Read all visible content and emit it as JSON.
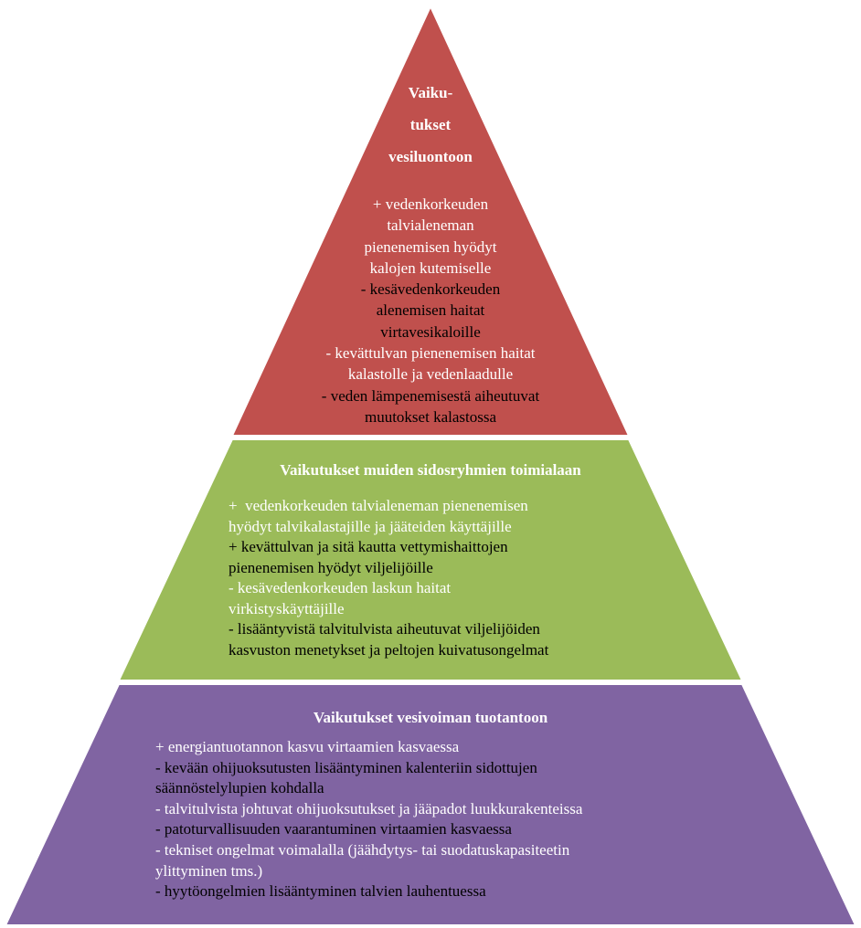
{
  "colors": {
    "top_tier": "#c0504d",
    "middle_tier": "#9bbb59",
    "bottom_tier": "#8064a2",
    "outline": "#ffffff"
  },
  "tiers": [
    {
      "title_lines": [
        "Vaiku-",
        "tukset",
        "vesiluontoon"
      ],
      "lines": [
        {
          "text": "+ vedenkorkeuden",
          "color": "white"
        },
        {
          "text": "talvialeneman",
          "color": "white"
        },
        {
          "text": "pienenemisen hyödyt",
          "color": "white"
        },
        {
          "text": "kalojen kutemiselle",
          "color": "white"
        },
        {
          "text": "- kesävedenkorkeuden",
          "color": "black"
        },
        {
          "text": "alenemisen haitat",
          "color": "black"
        },
        {
          "text": "virtavesikaloille",
          "color": "black"
        },
        {
          "text": "- kevättulvan pienenemisen haitat",
          "color": "white"
        },
        {
          "text": "kalastolle ja vedenlaadulle",
          "color": "white"
        },
        {
          "text": "- veden lämpenemisestä aiheutuvat",
          "color": "black"
        },
        {
          "text": "muutokset kalastossa",
          "color": "black"
        }
      ]
    },
    {
      "title_lines": [
        "Vaikutukset muiden sidosryhmien toimialaan"
      ],
      "lines": [
        {
          "text": "+  vedenkorkeuden talvialeneman pienenemisen",
          "color": "white"
        },
        {
          "text": "hyödyt talvikalastajille ja jääteiden käyttäjille",
          "color": "white"
        },
        {
          "text": "+ kevättulvan ja sitä kautta vettymishaittojen",
          "color": "black"
        },
        {
          "text": "pienenemisen hyödyt viljelijöille",
          "color": "black"
        },
        {
          "text": "- kesävedenkorkeuden laskun haitat",
          "color": "white"
        },
        {
          "text": "virkistyskäyttäjille",
          "color": "white"
        },
        {
          "text": "- lisääntyvistä talvitulvista aiheutuvat viljelijöiden",
          "color": "black"
        },
        {
          "text": "kasvuston menetykset ja peltojen kuivatusongelmat",
          "color": "black"
        }
      ]
    },
    {
      "title_lines": [
        "Vaikutukset vesivoiman tuotantoon"
      ],
      "lines": [
        {
          "text": "+ energiantuotannon kasvu virtaamien kasvaessa",
          "color": "white"
        },
        {
          "text": "- kevään ohijuoksutusten lisääntyminen kalenteriin sidottujen",
          "color": "black"
        },
        {
          "text": "säännöstelylupien kohdalla",
          "color": "black"
        },
        {
          "text": "- talvitulvista johtuvat ohijuoksutukset ja jääpadot luukkurakenteissa",
          "color": "white"
        },
        {
          "text": "- patoturvallisuuden vaarantuminen virtaamien kasvaessa",
          "color": "black"
        },
        {
          "text": "- tekniset ongelmat voimalalla (jäähdytys- tai suodatuskapasiteetin",
          "color": "white"
        },
        {
          "text": "ylittyminen tms.)",
          "color": "white"
        },
        {
          "text": "- hyytöongelmien lisääntyminen talvien lauhentuessa",
          "color": "black"
        }
      ]
    }
  ]
}
